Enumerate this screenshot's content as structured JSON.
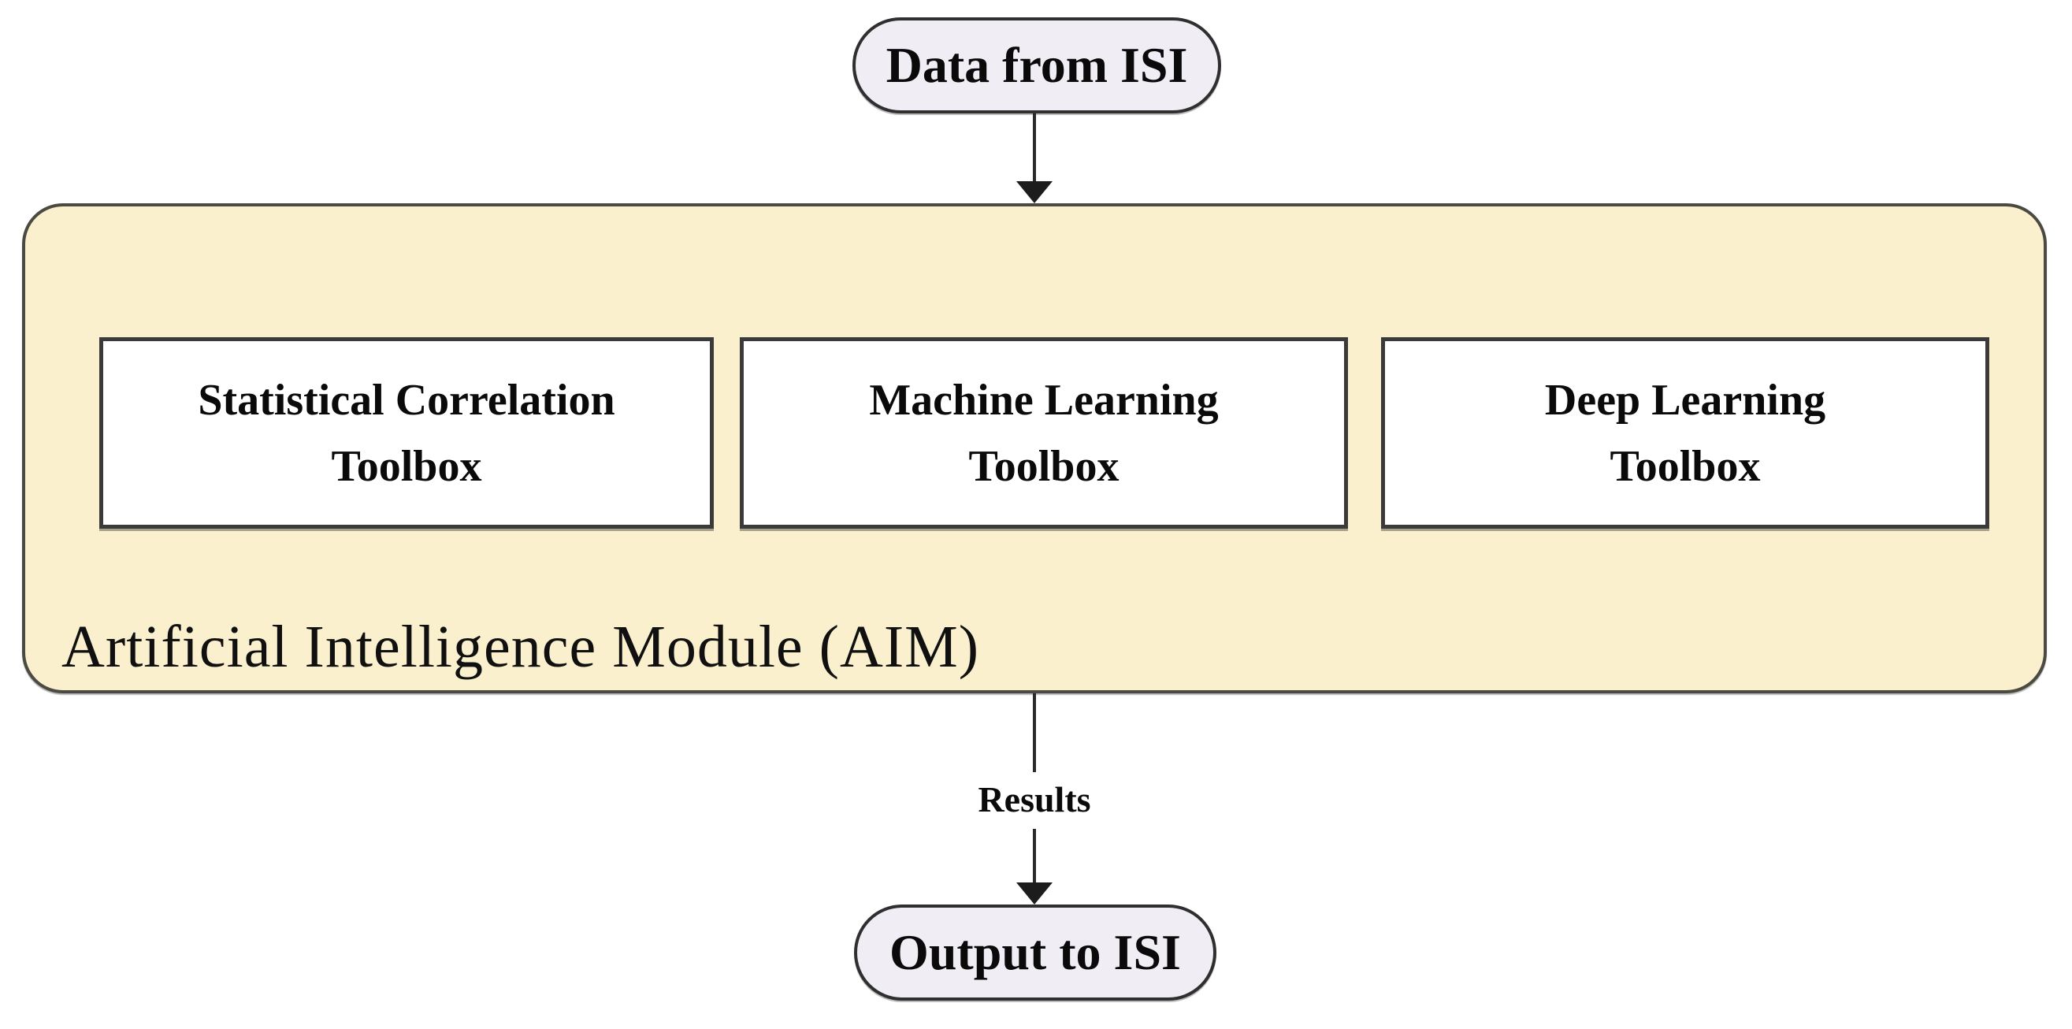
{
  "diagram": {
    "input_node": {
      "label": "Data from ISI"
    },
    "module": {
      "label": "Artificial Intelligence Module (AIM)",
      "toolboxes": [
        {
          "lines": [
            "Statistical Correlation",
            "Toolbox"
          ]
        },
        {
          "lines": [
            "Machine Learning",
            "Toolbox"
          ]
        },
        {
          "lines": [
            "Deep Learning",
            "Toolbox"
          ]
        }
      ]
    },
    "results_edge": {
      "label": "Results"
    },
    "output_node": {
      "label": "Output to ISI"
    },
    "colors": {
      "module_fill": "#fbf0cd",
      "terminal_fill": "#f0edf5",
      "toolbox_fill": "#ffffff",
      "border": "#2f2f2f",
      "arrow": "#1c1c1c"
    }
  }
}
